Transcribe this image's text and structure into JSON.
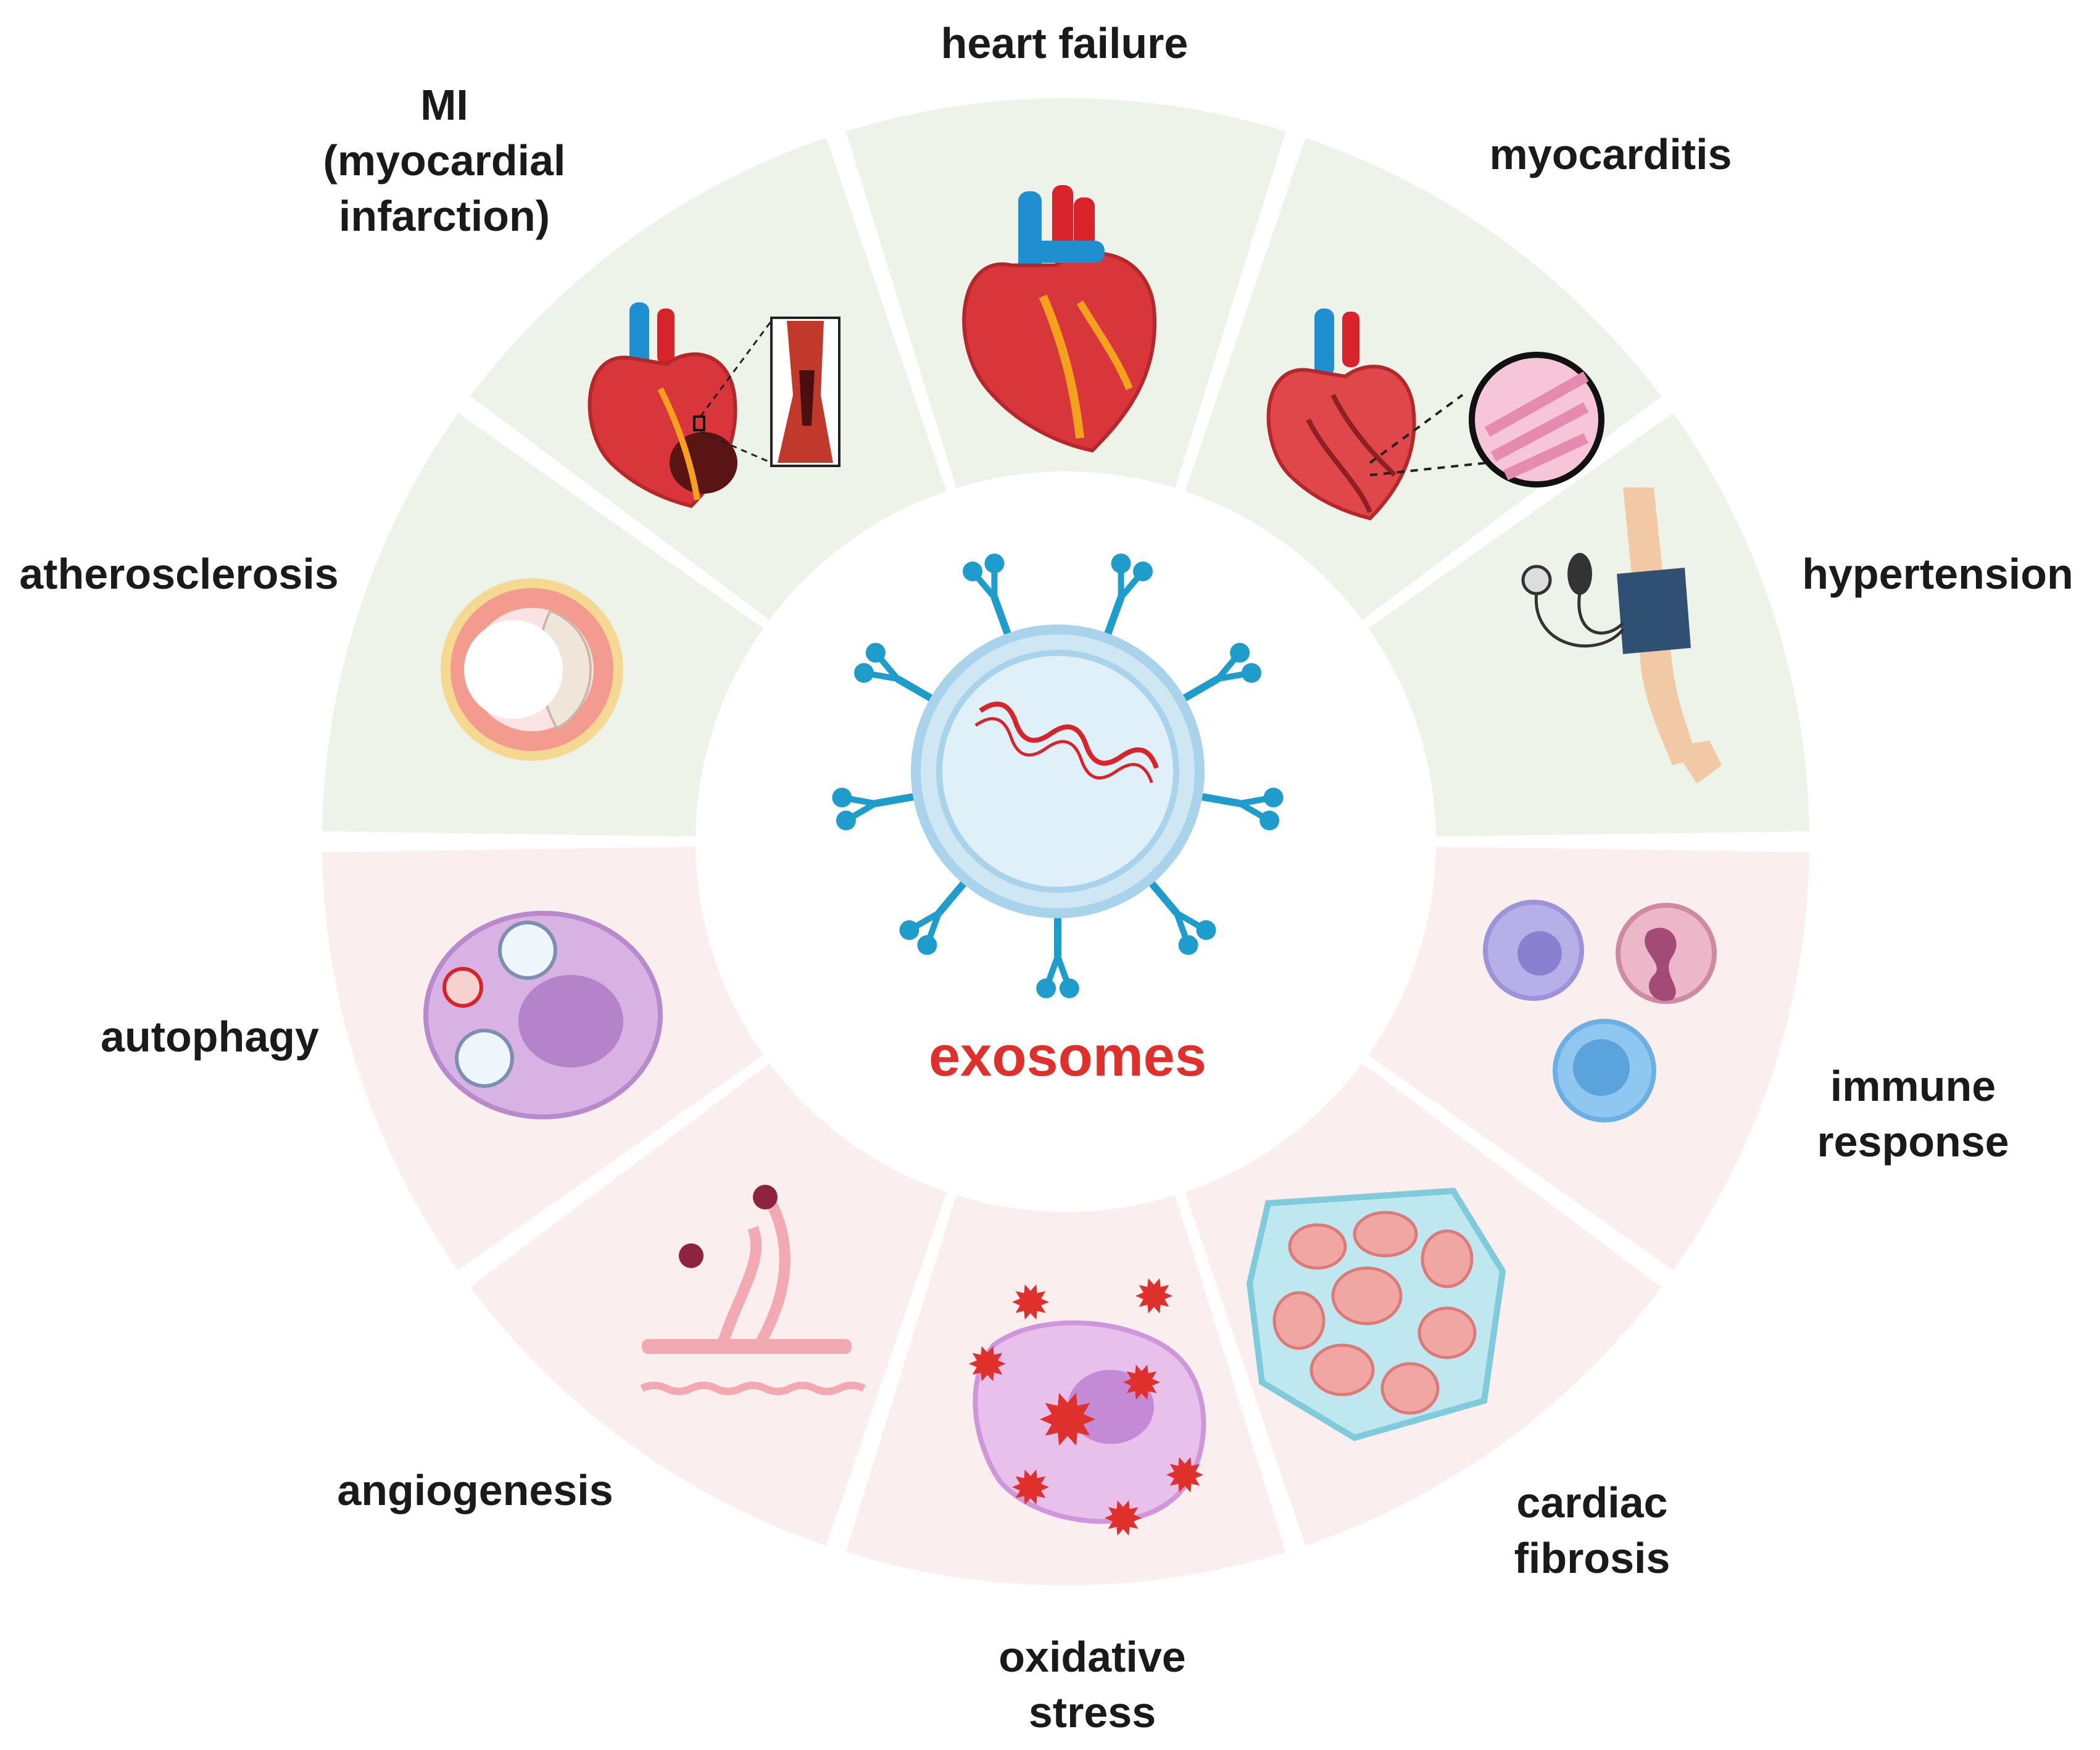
{
  "center": {
    "label": "exosomes",
    "icon": "exosome-vesicle-icon",
    "label_color": "#e0302c"
  },
  "colors": {
    "upper_sectors": "#eef3ea",
    "lower_sectors": "#fbeeee",
    "center_fill": "#ffffff",
    "vesicle_membrane": "#a9d3ea",
    "receptor": "#1e9ccc",
    "rna": "#d8232a"
  },
  "sectors": [
    {
      "id": "heart-failure",
      "lines": [
        "heart failure"
      ],
      "icon": "heart-icon",
      "group": "upper"
    },
    {
      "id": "myocarditis",
      "lines": [
        "myocarditis"
      ],
      "icon": "heart-section-magnifier-icon",
      "group": "upper"
    },
    {
      "id": "hypertension",
      "lines": [
        "hypertension"
      ],
      "icon": "arm-blood-pressure-cuff-icon",
      "group": "upper"
    },
    {
      "id": "immune-response",
      "lines": [
        "immune",
        "response"
      ],
      "icon": "immune-cells-icon",
      "group": "lower"
    },
    {
      "id": "cardiac-fibrosis",
      "lines": [
        "cardiac",
        "fibrosis"
      ],
      "icon": "fibrotic-tissue-icon",
      "group": "lower"
    },
    {
      "id": "oxidative-stress",
      "lines": [
        "oxidative",
        "stress"
      ],
      "icon": "cell-reactive-oxygen-icon",
      "group": "lower"
    },
    {
      "id": "angiogenesis",
      "lines": [
        "angiogenesis"
      ],
      "icon": "blood-vessel-sprouting-icon",
      "group": "lower"
    },
    {
      "id": "autophagy",
      "lines": [
        "autophagy"
      ],
      "icon": "autophagosome-cell-icon",
      "group": "lower"
    },
    {
      "id": "atherosclerosis",
      "lines": [
        "atherosclerosis"
      ],
      "icon": "artery-plaque-cross-section-icon",
      "group": "upper"
    },
    {
      "id": "mi",
      "lines": [
        "MI",
        "(myocardial",
        "infarction)"
      ],
      "icon": "infarcted-heart-icon",
      "group": "upper"
    }
  ]
}
